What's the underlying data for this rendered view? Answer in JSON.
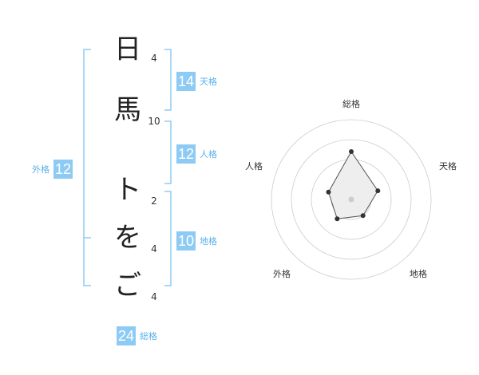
{
  "name_chars": [
    {
      "char": "日",
      "strokes": "4"
    },
    {
      "char": "馬",
      "strokes": "10"
    },
    {
      "char": "ト",
      "strokes": "2"
    },
    {
      "char": "を",
      "strokes": "4"
    },
    {
      "char": "ご",
      "strokes": "4"
    }
  ],
  "kaku": {
    "tenkaku": {
      "value": "14",
      "label": "天格"
    },
    "jinkaku": {
      "value": "12",
      "label": "人格"
    },
    "chikaku": {
      "value": "10",
      "label": "地格"
    },
    "gaikaku": {
      "value": "12",
      "label": "外格"
    },
    "soukaku": {
      "value": "24",
      "label": "総格"
    }
  },
  "colors": {
    "accent": "#8ecbf4",
    "accent_text": "#5ab1e8",
    "bracket": "#8ecbf4",
    "radar_grid": "#cccccc",
    "radar_fill": "#eeeeee",
    "radar_point": "#333333"
  },
  "chart_data": {
    "type": "radar",
    "axes": [
      "総格",
      "天格",
      "地格",
      "外格",
      "人格"
    ],
    "values": [
      24,
      14,
      10,
      12,
      12
    ],
    "rings": 4,
    "grid": true
  }
}
